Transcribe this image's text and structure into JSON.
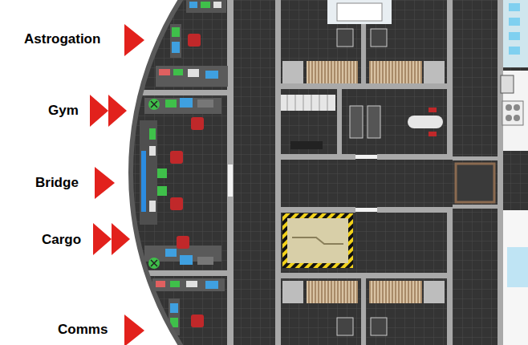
{
  "diagram": {
    "labels": [
      "Astrogation",
      "Gym",
      "Bridge",
      "Cargo",
      "Comms"
    ]
  }
}
